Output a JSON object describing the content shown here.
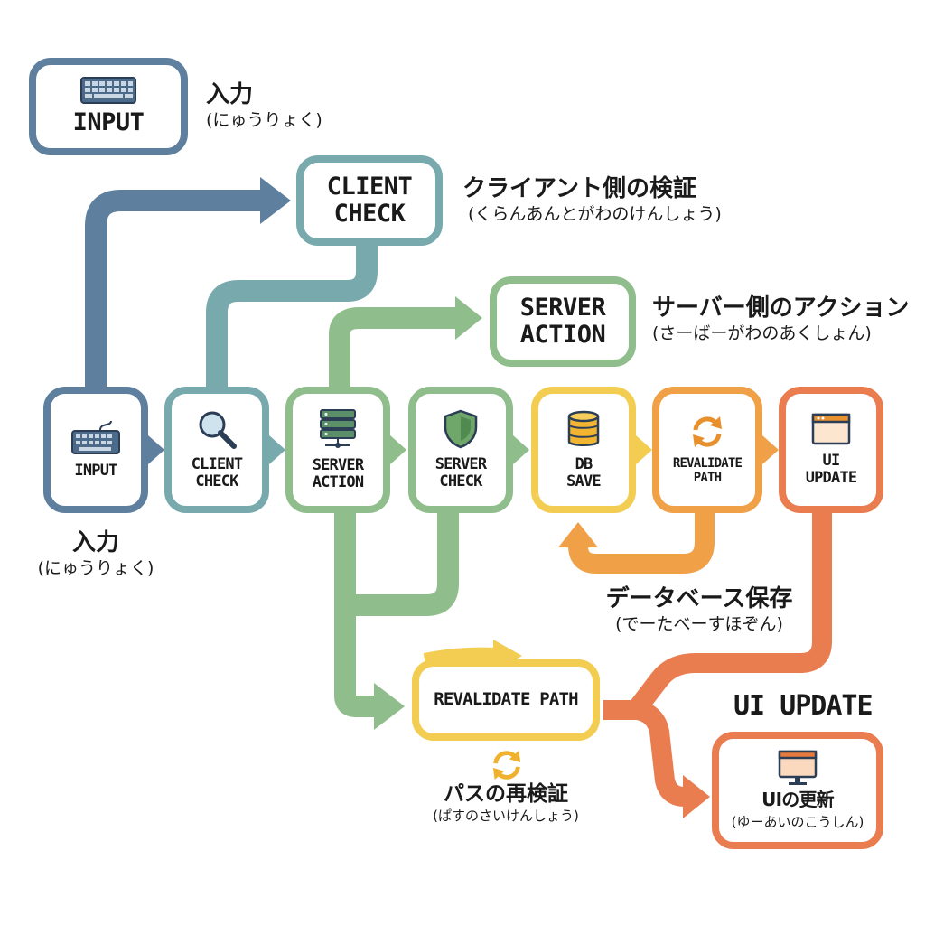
{
  "colors": {
    "blue": "#5f7f9f",
    "teal": "#77a9ad",
    "green": "#8fbd8b",
    "yellow": "#f2cd52",
    "orange": "#f0a047",
    "red_orange": "#ea7d50",
    "text": "#1a1a1a"
  },
  "top_boxes": {
    "input": {
      "label": "INPUT",
      "jp": "入力",
      "reading": "(にゅうりょく)",
      "icon": "keyboard-icon"
    },
    "client_check": {
      "label": "CLIENT\nCHECK",
      "jp": "クライアント側の検証",
      "reading": "(くらんあんとがわのけんしょう)"
    },
    "server_action": {
      "label": "SERVER\nACTION",
      "jp": "サーバー側のアクション",
      "reading": "(さーばーがわのあくしょん)"
    }
  },
  "pipeline": [
    {
      "label": "INPUT",
      "icon": "keyboard-icon",
      "color": "blue"
    },
    {
      "label": "CLIENT\nCHECK",
      "icon": "magnifier-icon",
      "color": "teal"
    },
    {
      "label": "SERVER\nACTION",
      "icon": "server-icon",
      "color": "green"
    },
    {
      "label": "SERVER\nCHECK",
      "icon": "shield-icon",
      "color": "green"
    },
    {
      "label": "DB\nSAVE",
      "icon": "database-icon",
      "color": "yellow"
    },
    {
      "label": "REVALIDATE\nPATH",
      "icon": "refresh-icon",
      "color": "orange"
    },
    {
      "label": "UI\nUPDATE",
      "icon": "browser-window-icon",
      "color": "red_orange"
    }
  ],
  "pipeline_input_caption": {
    "jp": "入力",
    "reading": "(にゅうりょく)"
  },
  "db_caption": {
    "jp": "データベース保存",
    "reading": "(でーたべーすほぞん)"
  },
  "revalidate": {
    "label": "REVALIDATE PATH",
    "jp": "パスの再検証",
    "reading": "(ぱすのさいけんしょう)",
    "icon": "refresh-icon"
  },
  "ui_update": {
    "heading": "UI UPDATE",
    "jp": "UIの更新",
    "reading": "(ゆーあいのこうしん)",
    "icon": "monitor-icon"
  }
}
